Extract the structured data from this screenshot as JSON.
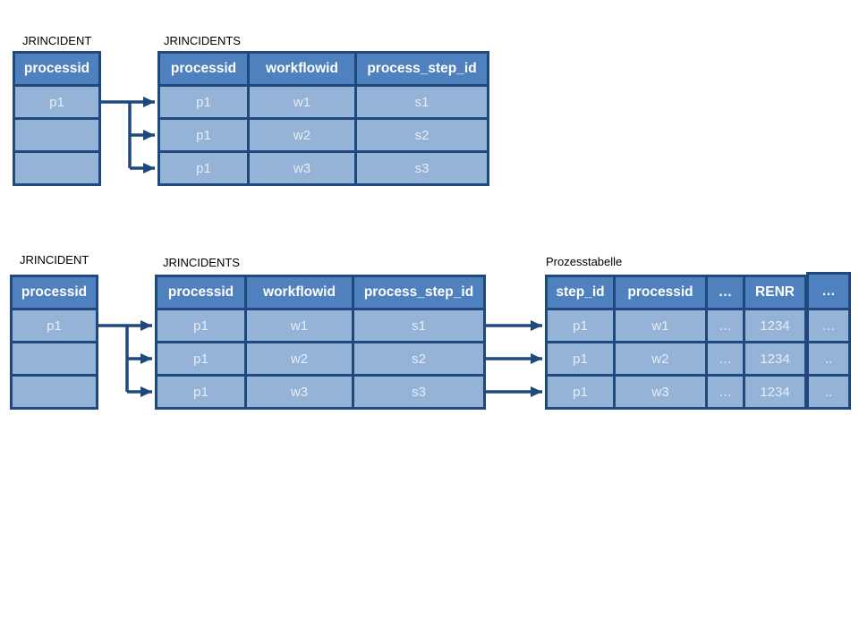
{
  "colors": {
    "header_fill": "#4E81BD",
    "row_fill": "#95B3D7",
    "border": "#1F497D",
    "arrow": "#1F497D",
    "header_text": "#FFFFFF",
    "cell_text": "#E7EDF6",
    "label_text": "#000000"
  },
  "tables": {
    "top_jrincident": {
      "label": "JRINCIDENT",
      "headers": [
        "processid"
      ],
      "rows": [
        [
          "p1"
        ],
        [
          ""
        ],
        [
          ""
        ]
      ]
    },
    "top_jrincidents": {
      "label": "JRINCIDENTS",
      "headers": [
        "processid",
        "workflowid",
        "process_step_id"
      ],
      "rows": [
        [
          "p1",
          "w1",
          "s1"
        ],
        [
          "p1",
          "w2",
          "s2"
        ],
        [
          "p1",
          "w3",
          "s3"
        ]
      ]
    },
    "bottom_jrincident": {
      "label": "JRINCIDENT",
      "headers": [
        "processid"
      ],
      "rows": [
        [
          "p1"
        ],
        [
          ""
        ],
        [
          ""
        ]
      ]
    },
    "bottom_jrincidents": {
      "label": "JRINCIDENTS",
      "headers": [
        "processid",
        "workflowid",
        "process_step_id"
      ],
      "rows": [
        [
          "p1",
          "w1",
          "s1"
        ],
        [
          "p1",
          "w2",
          "s2"
        ],
        [
          "p1",
          "w3",
          "s3"
        ]
      ]
    },
    "prozesstabelle": {
      "label": "Prozesstabelle",
      "headers": [
        "step_id",
        "processid",
        "…",
        "RENR",
        "…"
      ],
      "rows": [
        [
          "p1",
          "w1",
          "…",
          "1234",
          "…"
        ],
        [
          "p1",
          "w2",
          "…",
          "1234",
          ".."
        ],
        [
          "p1",
          "w3",
          "…",
          "1234",
          ".."
        ]
      ]
    }
  },
  "connectors": [
    "top: JRINCIDENT row p1 fans out to all 3 rows of JRINCIDENTS",
    "bottom: JRINCIDENT row p1 fans out to all 3 rows of JRINCIDENTS",
    "bottom: each JRINCIDENTS row points to matching Prozesstabelle row"
  ]
}
